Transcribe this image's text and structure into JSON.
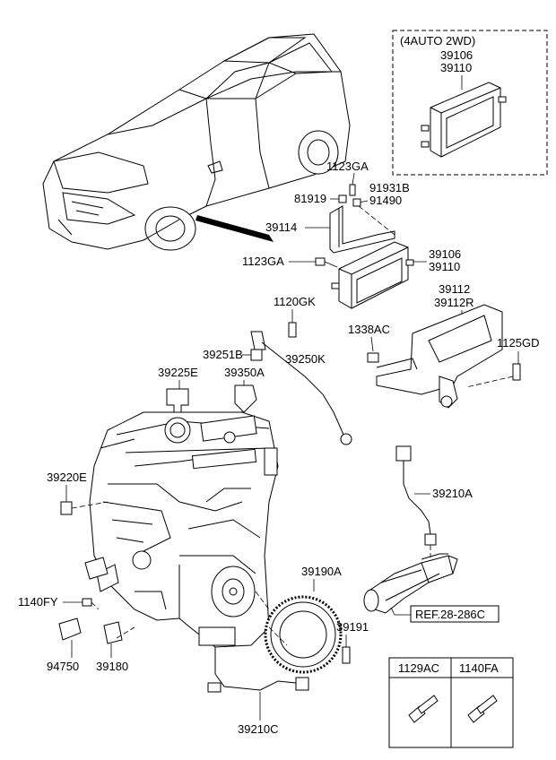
{
  "callouts": {
    "auto_2wd": "(4AUTO 2WD)",
    "p39106_top": "39106",
    "p39110_top": "39110",
    "p1123GA_top": "1123GA",
    "p81919": "81919",
    "p91931B": "91931B",
    "p91490": "91490",
    "p39114": "39114",
    "p1123GA_mid": "1123GA",
    "p39106_mid": "39106",
    "p39110_mid": "39110",
    "p1120GK": "1120GK",
    "p39112": "39112",
    "p39112R": "39112R",
    "p1338AC": "1338AC",
    "p1125GD": "1125GD",
    "p39251B": "39251B",
    "p39250K": "39250K",
    "p39225E": "39225E",
    "p39350A": "39350A",
    "p39220E": "39220E",
    "p39210A": "39210A",
    "p39190A": "39190A",
    "p1140FY": "1140FY",
    "ref": "REF.28-286C",
    "p39191": "39191",
    "p94750": "94750",
    "p39180": "39180",
    "p39210C": "39210C"
  },
  "legend_table": {
    "headers": [
      "1129AC",
      "1140FA"
    ]
  }
}
